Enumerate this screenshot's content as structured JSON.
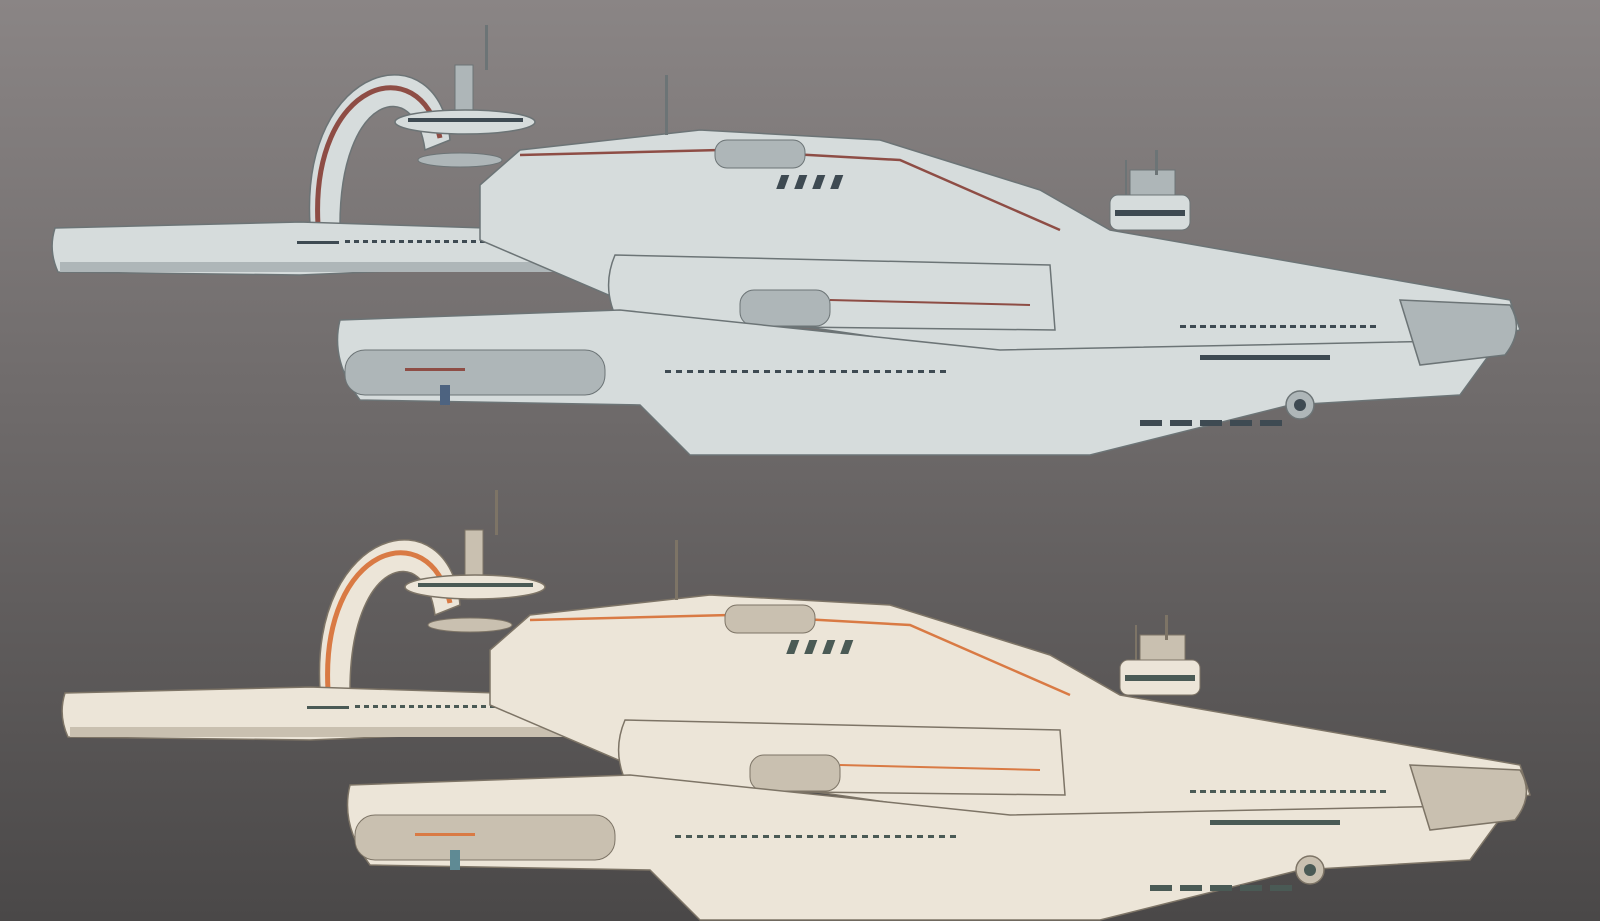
{
  "scene": {
    "background": {
      "top": "#8a8585",
      "bottom": "#4a4848"
    },
    "ships": [
      {
        "id": "top",
        "variant": "untextured clay render",
        "hull": "#d6dcdc",
        "hull_shade": "#aeb6b8",
        "hull_dark": "#6c7476",
        "stripe": "#8e4d45",
        "window": "#3e4a52",
        "accent": "#4d6380"
      },
      {
        "id": "bottom",
        "variant": "textured color render",
        "hull": "#ece5d8",
        "hull_shade": "#c9c0b0",
        "hull_dark": "#7d7466",
        "stripe": "#d97a44",
        "window": "#4a5a55",
        "accent": "#5f8a94"
      }
    ]
  }
}
